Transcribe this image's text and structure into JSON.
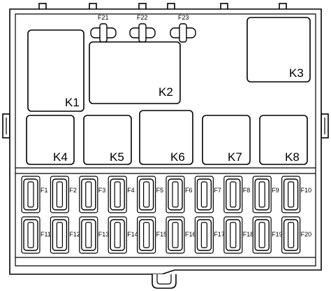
{
  "relays": [
    {
      "id": "K1",
      "label": "K1"
    },
    {
      "id": "K2",
      "label": "K2"
    },
    {
      "id": "K3",
      "label": "K3"
    },
    {
      "id": "K4",
      "label": "K4"
    },
    {
      "id": "K5",
      "label": "K5"
    },
    {
      "id": "K6",
      "label": "K6"
    },
    {
      "id": "K7",
      "label": "K7"
    },
    {
      "id": "K8",
      "label": "K8"
    }
  ],
  "mini_fuses": [
    {
      "id": "F21",
      "label": "F21"
    },
    {
      "id": "F22",
      "label": "F22"
    },
    {
      "id": "F23",
      "label": "F23"
    }
  ],
  "fuses_top_row": [
    "F1",
    "F2",
    "F3",
    "F4",
    "F5",
    "F6",
    "F7",
    "F8",
    "F9",
    "F10"
  ],
  "fuses_bottom_row": [
    "F11",
    "F12",
    "F13",
    "F14",
    "F15",
    "F16",
    "F17",
    "F18",
    "F19",
    "F20"
  ]
}
